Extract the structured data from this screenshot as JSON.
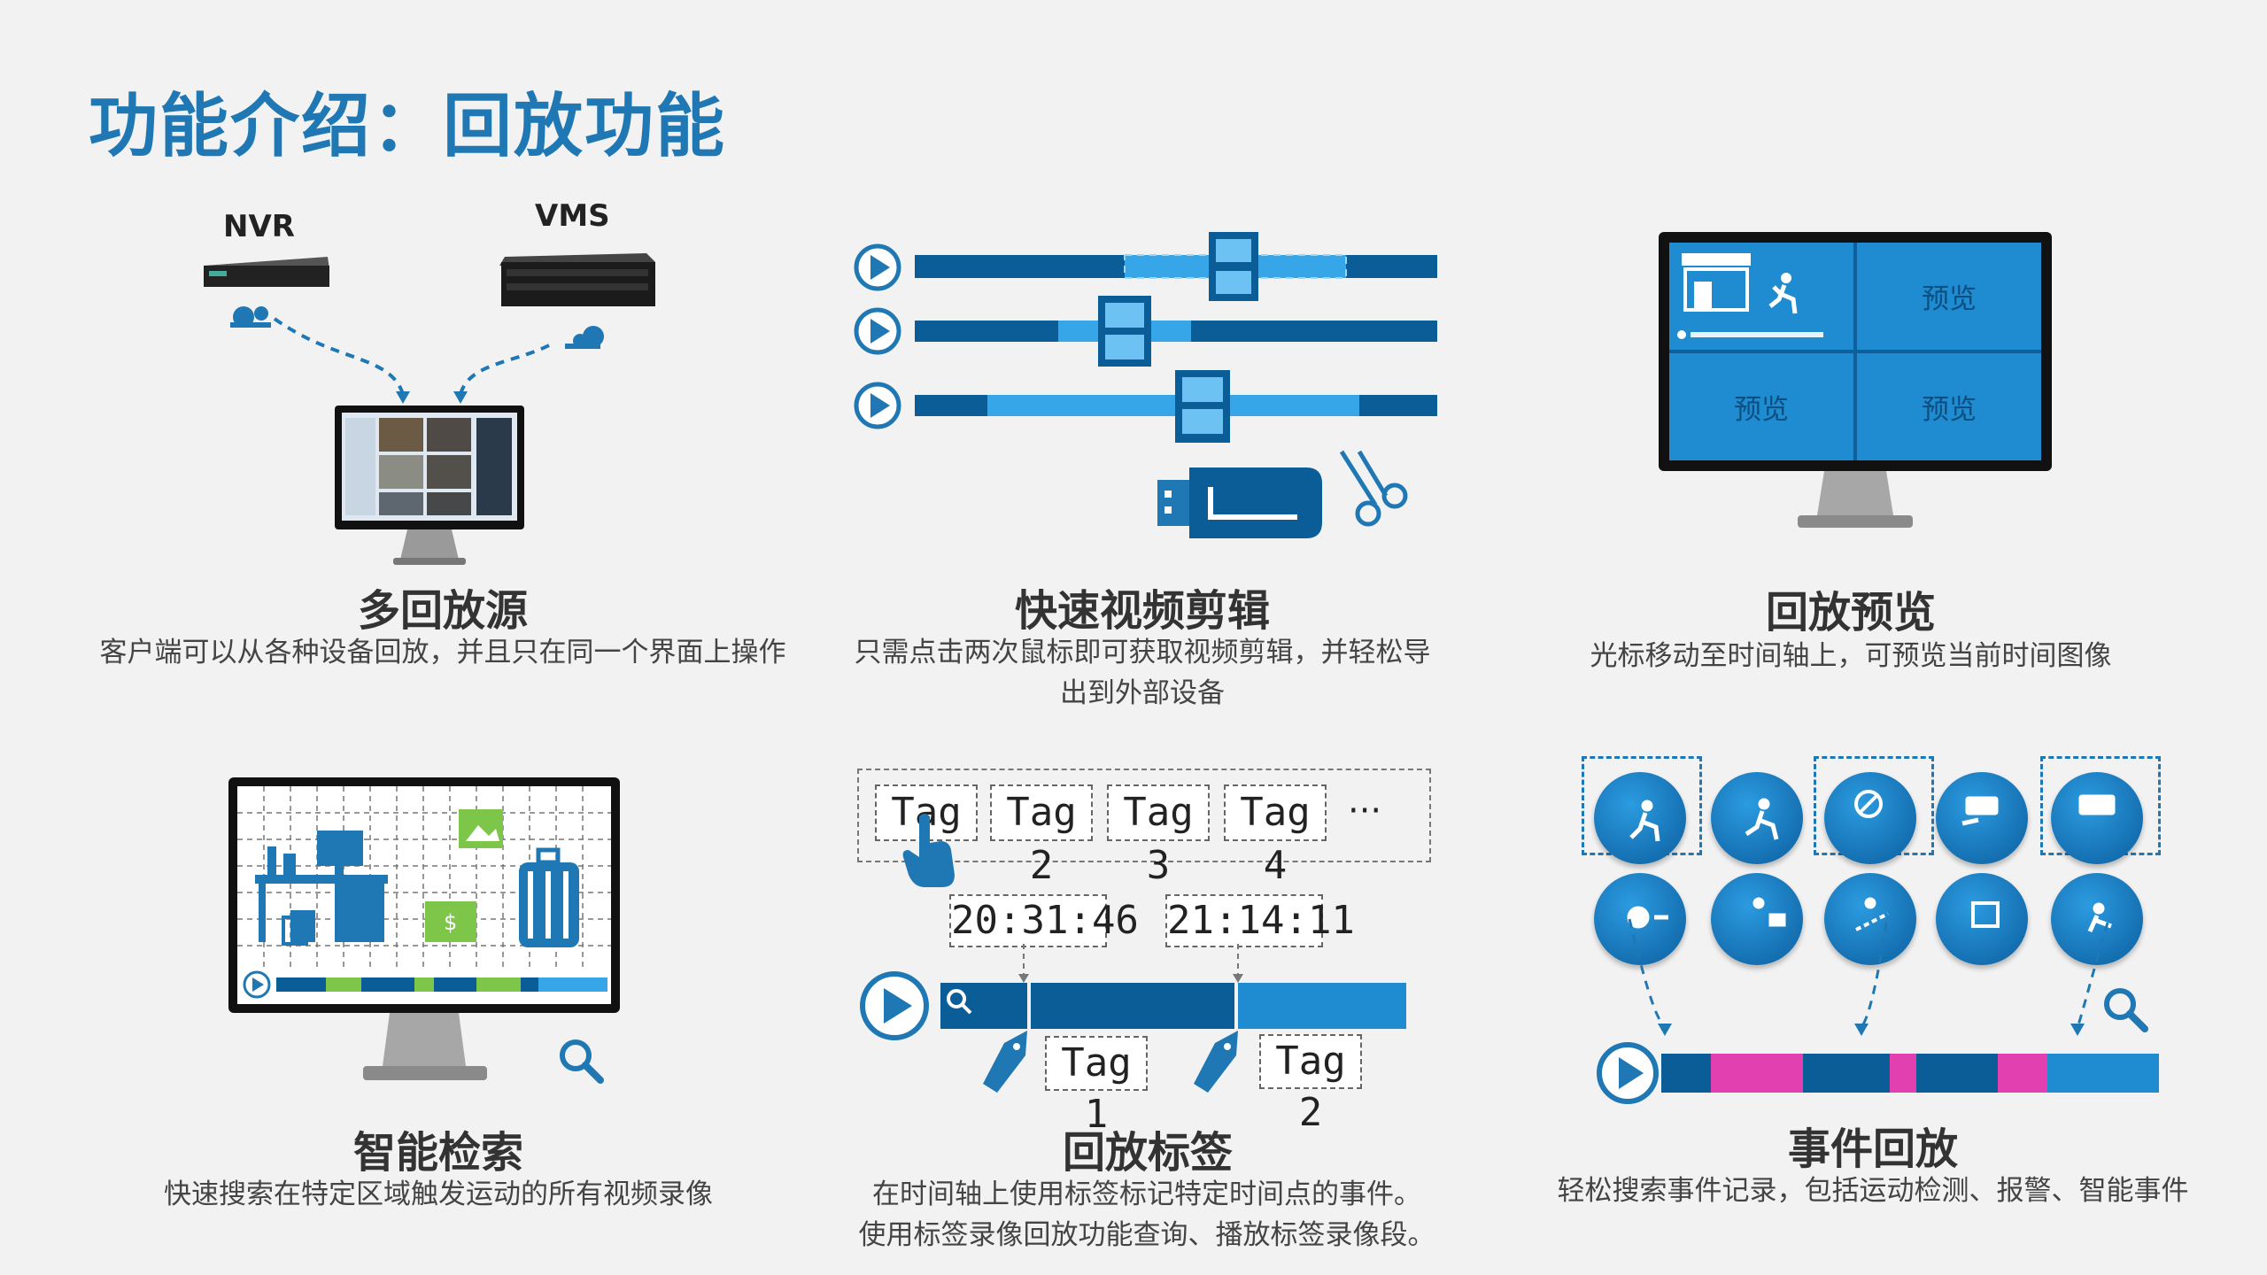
{
  "page": {
    "title": "功能介绍：回放功能"
  },
  "features": {
    "multi_source": {
      "title": "多回放源",
      "desc": "客户端可以从各种设备回放，并且只在同一个界面上操作",
      "nvr_label": "NVR",
      "vms_label": "VMS"
    },
    "quick_clip": {
      "title": "快速视频剪辑",
      "desc": "只需点击两次鼠标即可获取视频剪辑，并轻松导出到外部设备"
    },
    "preview": {
      "title": "回放预览",
      "desc": "光标移动至时间轴上，可预览当前时间图像",
      "cells": [
        "预览",
        "预览",
        "预览"
      ]
    },
    "smart_search": {
      "title": "智能检索",
      "desc": "快速搜索在特定区域触发运动的所有视频录像"
    },
    "tags": {
      "title": "回放标签",
      "desc_line1": "在时间轴上使用标签标记特定时间点的事件。",
      "desc_line2": "使用标签录像回放功能查询、播放标签录像段。",
      "tag_list": [
        "Tag 1",
        "Tag 2",
        "Tag 3",
        "Tag 4"
      ],
      "ellipsis": "···",
      "times": [
        "20:31:46",
        "21:14:11"
      ],
      "timeline_tags": [
        "Tag 1",
        "Tag 2"
      ]
    },
    "events": {
      "title": "事件回放",
      "desc": "轻松搜索事件记录，包括运动检测、报警、智能事件"
    }
  },
  "colors": {
    "accent": "#1f78b4",
    "timeline_dark": "#0a5d97",
    "timeline_light": "#37a6e8",
    "event_pink": "#e23fb0",
    "motion_green": "#7ec64a"
  }
}
